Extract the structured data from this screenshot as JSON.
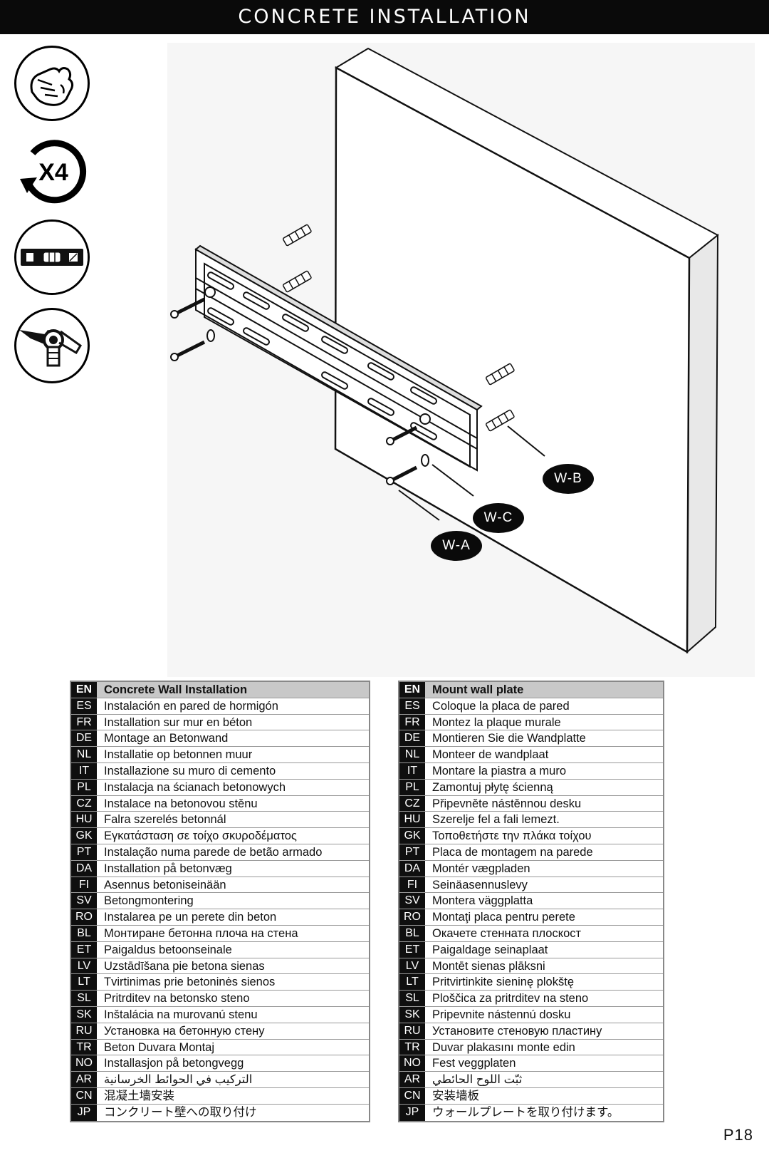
{
  "header": {
    "title": "CONCRETE INSTALLATION"
  },
  "icons": [
    {
      "name": "hand-tighten-icon"
    },
    {
      "name": "repeat-icon",
      "label": "X4"
    },
    {
      "name": "level-icon"
    },
    {
      "name": "wrench-icon"
    }
  ],
  "callouts": {
    "wb": "W-B",
    "wc": "W-C",
    "wa": "W-A"
  },
  "left_table": [
    {
      "code": "EN",
      "text": "Concrete Wall Installation"
    },
    {
      "code": "ES",
      "text": "Instalación en pared de hormigón"
    },
    {
      "code": "FR",
      "text": "Installation sur mur en béton"
    },
    {
      "code": "DE",
      "text": "Montage an Betonwand"
    },
    {
      "code": "NL",
      "text": "Installatie op betonnen muur"
    },
    {
      "code": "IT",
      "text": "Installazione su muro di cemento"
    },
    {
      "code": "PL",
      "text": "Instalacja na ścianach betonowych"
    },
    {
      "code": "CZ",
      "text": "Instalace na betonovou stěnu"
    },
    {
      "code": "HU",
      "text": "Falra szerelés betonnál"
    },
    {
      "code": "GK",
      "text": "Εγκατάσταση σε τοίχο σκυροδέματος"
    },
    {
      "code": "PT",
      "text": "Instalação numa parede de betão armado"
    },
    {
      "code": "DA",
      "text": "Installation på betonvæg"
    },
    {
      "code": "FI",
      "text": "Asennus betoniseinään"
    },
    {
      "code": "SV",
      "text": "Betongmontering"
    },
    {
      "code": "RO",
      "text": "Instalarea pe un perete din beton"
    },
    {
      "code": "BL",
      "text": "Монтиране бетонна плоча на стена"
    },
    {
      "code": "ET",
      "text": "Paigaldus betoonseinale"
    },
    {
      "code": "LV",
      "text": "Uzstādīšana pie betona sienas"
    },
    {
      "code": "LT",
      "text": "Tvirtinimas prie betoninės sienos"
    },
    {
      "code": "SL",
      "text": "Pritrditev na betonsko steno"
    },
    {
      "code": "SK",
      "text": "Inštalácia na murovanú stenu"
    },
    {
      "code": "RU",
      "text": "Установка на бетонную стену"
    },
    {
      "code": "TR",
      "text": "Beton Duvara Montaj"
    },
    {
      "code": "NO",
      "text": "Installasjon på betongvegg"
    },
    {
      "code": "AR",
      "text": "التركيب في الحوائط الخرسانية"
    },
    {
      "code": "CN",
      "text": "混凝土墙安装"
    },
    {
      "code": "JP",
      "text": "コンクリート壁への取り付け"
    }
  ],
  "right_table": [
    {
      "code": "EN",
      "text": "Mount wall plate"
    },
    {
      "code": "ES",
      "text": "Coloque la placa de pared"
    },
    {
      "code": "FR",
      "text": "Montez la plaque murale"
    },
    {
      "code": "DE",
      "text": "Montieren Sie die Wandplatte"
    },
    {
      "code": "NL",
      "text": "Monteer de wandplaat"
    },
    {
      "code": "IT",
      "text": "Montare la piastra a muro"
    },
    {
      "code": "PL",
      "text": "Zamontuj płytę ścienną"
    },
    {
      "code": "CZ",
      "text": "Připevněte nástěnnou desku"
    },
    {
      "code": "HU",
      "text": "Szerelje fel a fali lemezt."
    },
    {
      "code": "GK",
      "text": "Τοποθετήστε την πλάκα τοίχου"
    },
    {
      "code": "PT",
      "text": "Placa de montagem na parede"
    },
    {
      "code": "DA",
      "text": "Montér vægpladen"
    },
    {
      "code": "FI",
      "text": "Seinäasennuslevy"
    },
    {
      "code": "SV",
      "text": "Montera väggplatta"
    },
    {
      "code": "RO",
      "text": "Montaţi placa pentru perete"
    },
    {
      "code": "BL",
      "text": "Окачете стенната плоскост"
    },
    {
      "code": "ET",
      "text": "Paigaldage seinaplaat"
    },
    {
      "code": "LV",
      "text": "Montēt sienas plāksni"
    },
    {
      "code": "LT",
      "text": "Pritvirtinkite sieninę plokštę"
    },
    {
      "code": "SL",
      "text": "Ploščica za pritrditev na steno"
    },
    {
      "code": "SK",
      "text": "Pripevnite nástennú dosku"
    },
    {
      "code": "RU",
      "text": "Установите стеновую пластину"
    },
    {
      "code": "TR",
      "text": "Duvar plakasını monte edin"
    },
    {
      "code": "NO",
      "text": "Fest veggplaten"
    },
    {
      "code": "AR",
      "text": "ثبّت اللوح الحائطي"
    },
    {
      "code": "CN",
      "text": "安装墙板"
    },
    {
      "code": "JP",
      "text": "ウォールプレートを取り付けます。"
    }
  ],
  "page_number": "P18"
}
